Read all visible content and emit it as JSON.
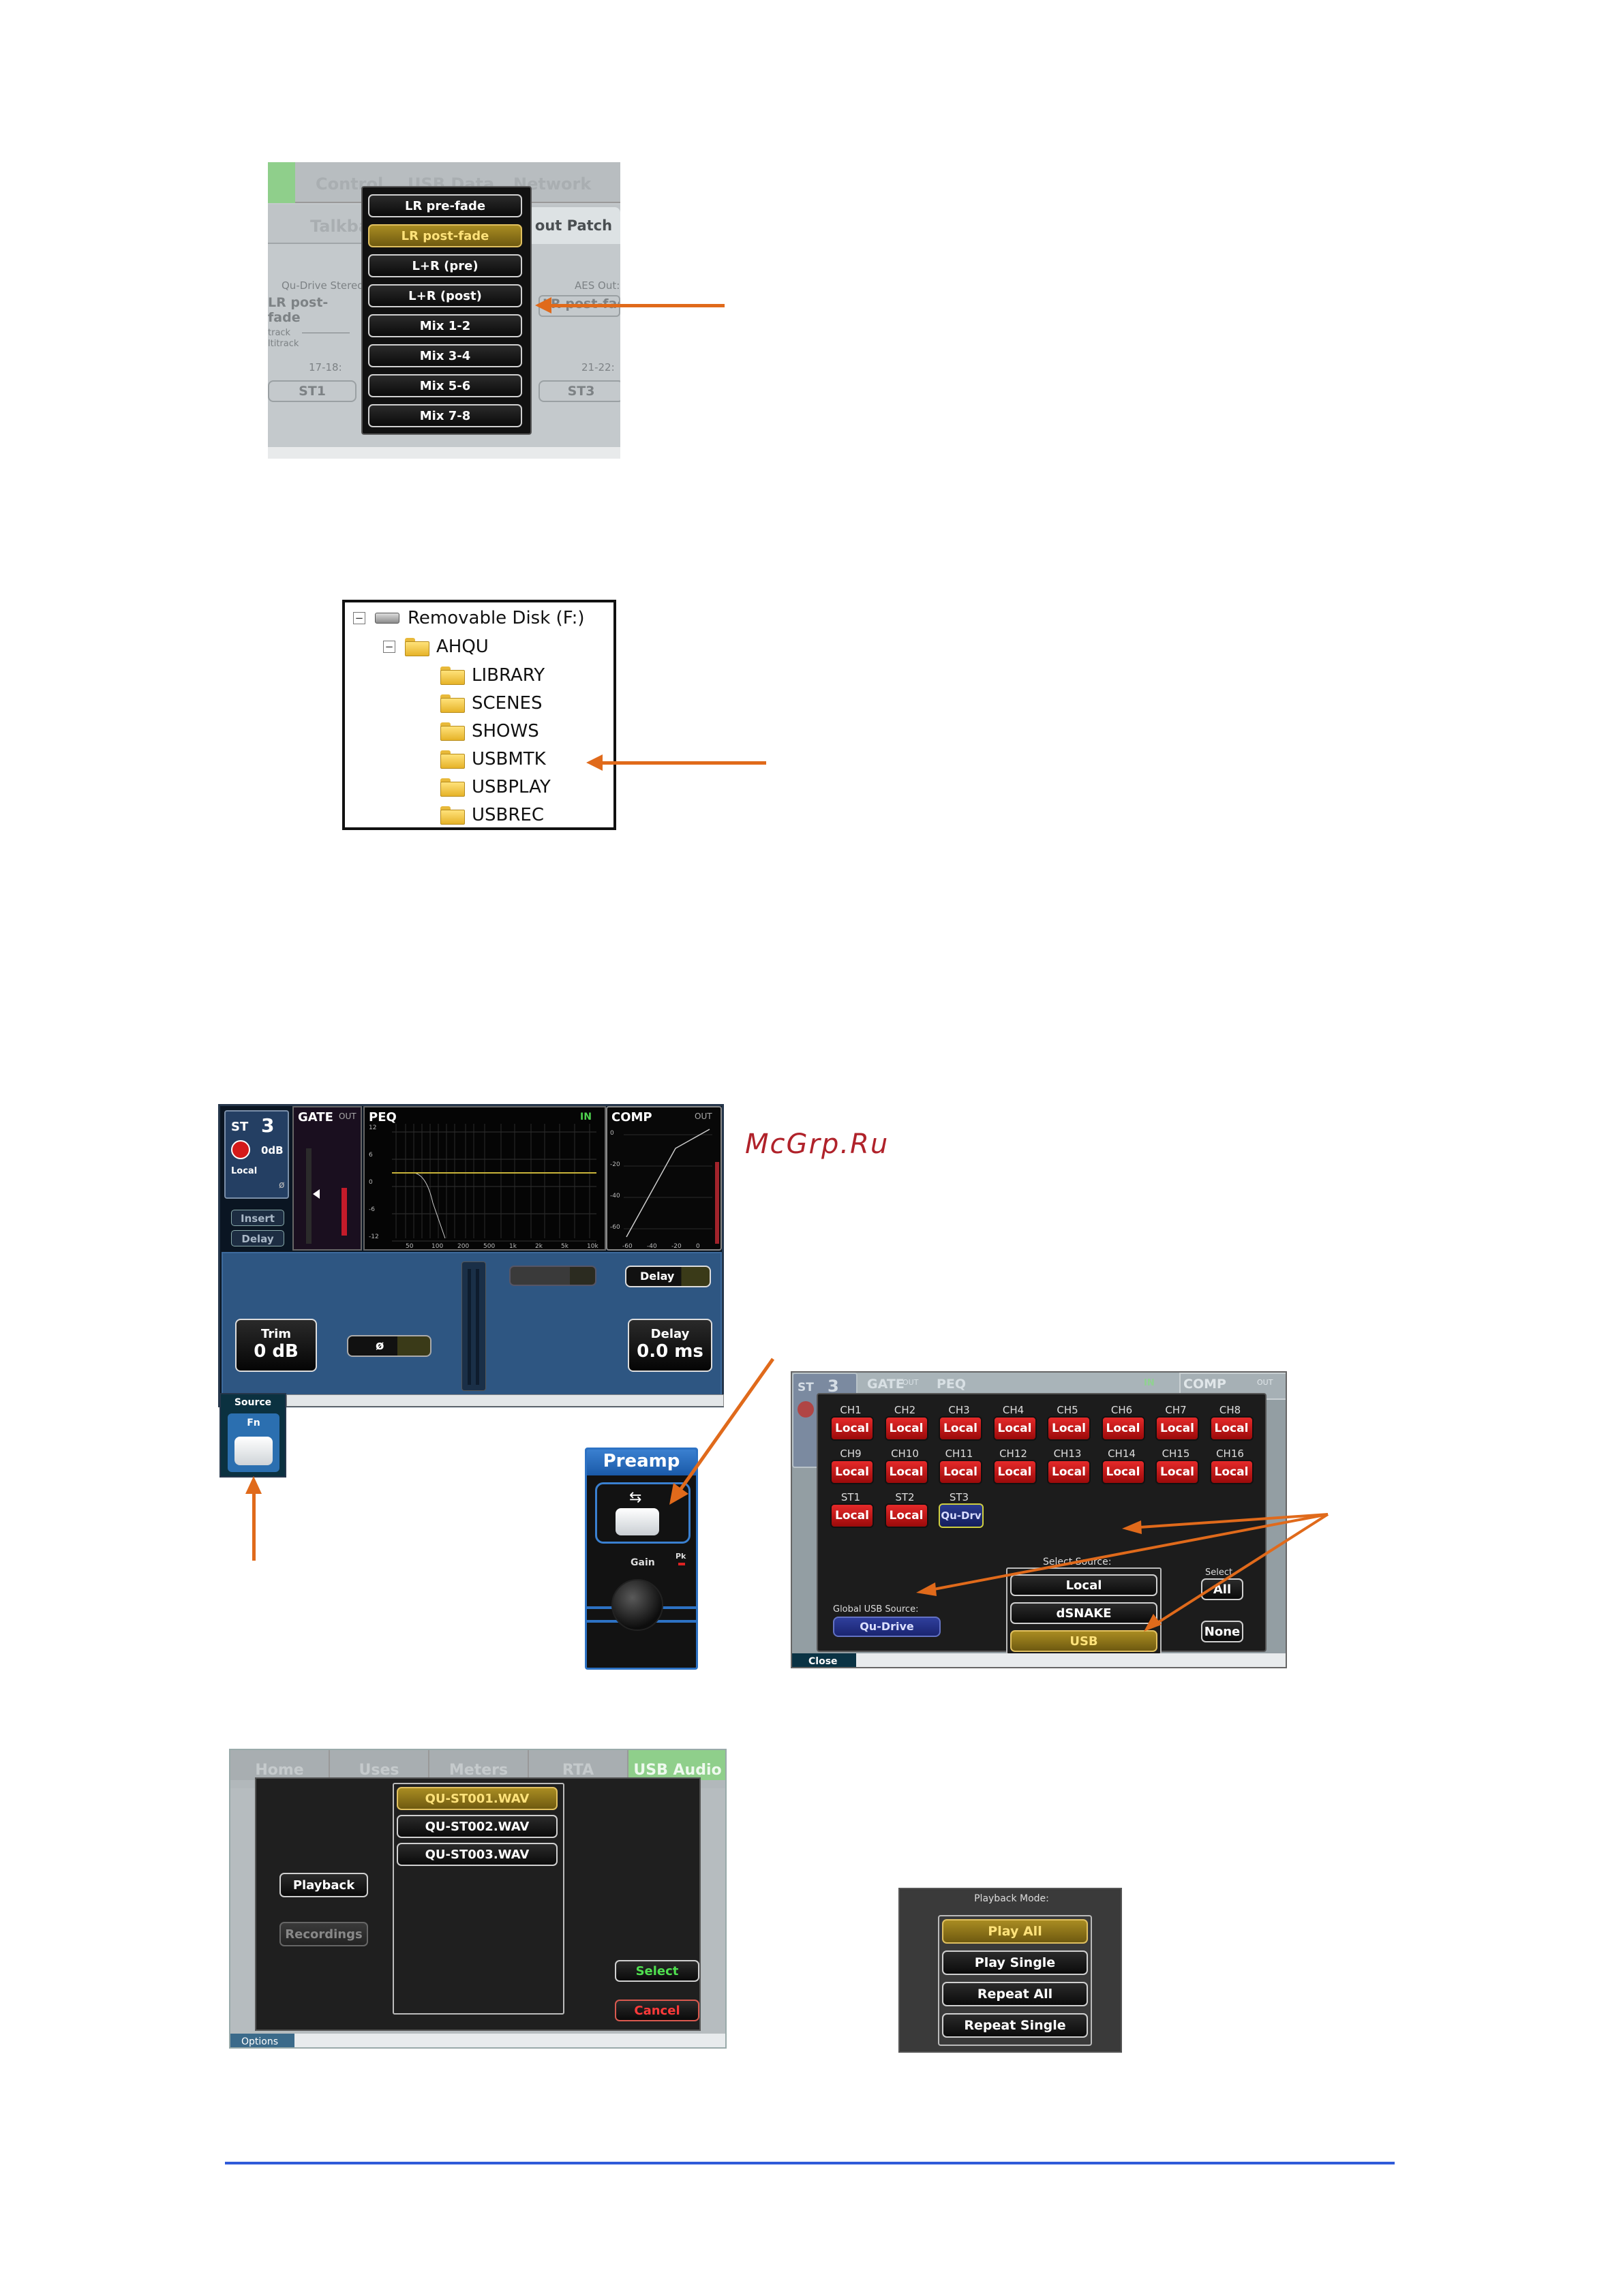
{
  "fig1": {
    "tabs_top": [
      "Control",
      "USB Data",
      "Network"
    ],
    "tabs_second": [
      "Talkba",
      "out Patch"
    ],
    "qu_drive_label": "Qu-Drive Stereo",
    "qu_drive_value": "LR post-fade",
    "aes_label": "AES Out:",
    "aes_value": "LR post-fade",
    "track_label": "track",
    "multitrack_label": "ltitrack",
    "ch_label_left": "17-18:",
    "ch_label_right": "21-22:",
    "st_left": "ST1",
    "st_right": "ST3",
    "menu": [
      "LR pre-fade",
      "LR post-fade",
      "L+R (pre)",
      "L+R (post)",
      "Mix 1-2",
      "Mix 3-4",
      "Mix 5-6",
      "Mix 7-8"
    ],
    "menu_selected_index": 1
  },
  "fig2": {
    "root": "Removable Disk (F:)",
    "folder": "AHQU",
    "children": [
      "LIBRARY",
      "SCENES",
      "SHOWS",
      "USBMTK",
      "USBPLAY",
      "USBREC"
    ]
  },
  "watermark": "McGrp.Ru",
  "fig3": {
    "channel_type": "ST",
    "channel_num": "3",
    "gain": "0dB",
    "source": "Local",
    "phase_symbol": "ø",
    "insert": "Insert",
    "delay_small": "Delay",
    "gate": "GATE",
    "gate_state": "OUT",
    "peq": "PEQ",
    "peq_state": "IN",
    "comp": "COMP",
    "comp_state": "OUT",
    "peq_y_ticks": [
      "12",
      "6",
      "0",
      "-6",
      "-12"
    ],
    "peq_x_ticks": [
      "50",
      "100",
      "200",
      "500",
      "1k",
      "2k",
      "5k",
      "10k"
    ],
    "comp_y_ticks": [
      "0",
      "-20",
      "-40",
      "-60"
    ],
    "comp_x_ticks": [
      "-60",
      "-40",
      "-20",
      "0"
    ],
    "trim_label": "Trim",
    "trim_value": "0 dB",
    "phase_button": "ø",
    "delay_toggle": "Delay",
    "delay_label": "Delay",
    "delay_value": "0.0 ms",
    "source_tab": "Source",
    "fn_label": "Fn"
  },
  "fig4": {
    "title": "Preamp",
    "gain_label": "Gain",
    "pk_label": "Pk"
  },
  "fig5": {
    "channel_type": "ST",
    "channel_num": "3",
    "gate": "GATE",
    "gate_state": "OUT",
    "peq": "PEQ",
    "peq_state": "IN",
    "comp": "COMP",
    "comp_state": "OUT",
    "channels_row1": [
      "CH1",
      "CH2",
      "CH3",
      "CH4",
      "CH5",
      "CH6",
      "CH7",
      "CH8"
    ],
    "channels_row2": [
      "CH9",
      "CH10",
      "CH11",
      "CH12",
      "CH13",
      "CH14",
      "CH15",
      "CH16"
    ],
    "channels_row3": [
      "ST1",
      "ST2",
      "ST3"
    ],
    "local_label": "Local",
    "st3_value": "Qu-Drv",
    "select_source_label": "Select Source:",
    "sources": [
      "Local",
      "dSNAKE",
      "USB"
    ],
    "select_label": "Select",
    "all_button": "All",
    "none_button": "None",
    "global_usb_label": "Global USB Source:",
    "global_usb_value": "Qu-Drive",
    "close_tab": "Close"
  },
  "fig6": {
    "tabs": [
      "Home",
      "Uses",
      "Meters",
      "RTA",
      "USB Audio"
    ],
    "playback_button": "Playback",
    "recordings_button": "Recordings",
    "files": [
      "QU-ST001.WAV",
      "QU-ST002.WAV",
      "QU-ST003.WAV"
    ],
    "selected_file_index": 0,
    "select_button": "Select",
    "cancel_button": "Cancel",
    "options_tab": "Options"
  },
  "fig7": {
    "label": "Playback Mode:",
    "modes": [
      "Play All",
      "Play Single",
      "Repeat All",
      "Repeat Single"
    ],
    "selected_index": 0
  },
  "colors": {
    "accent_arrow": "#e06a1b",
    "footer_line": "#2f5bd9",
    "selected_gold": "#a98c22",
    "local_red": "#d01818",
    "mixer_blue": "#2c5280"
  }
}
